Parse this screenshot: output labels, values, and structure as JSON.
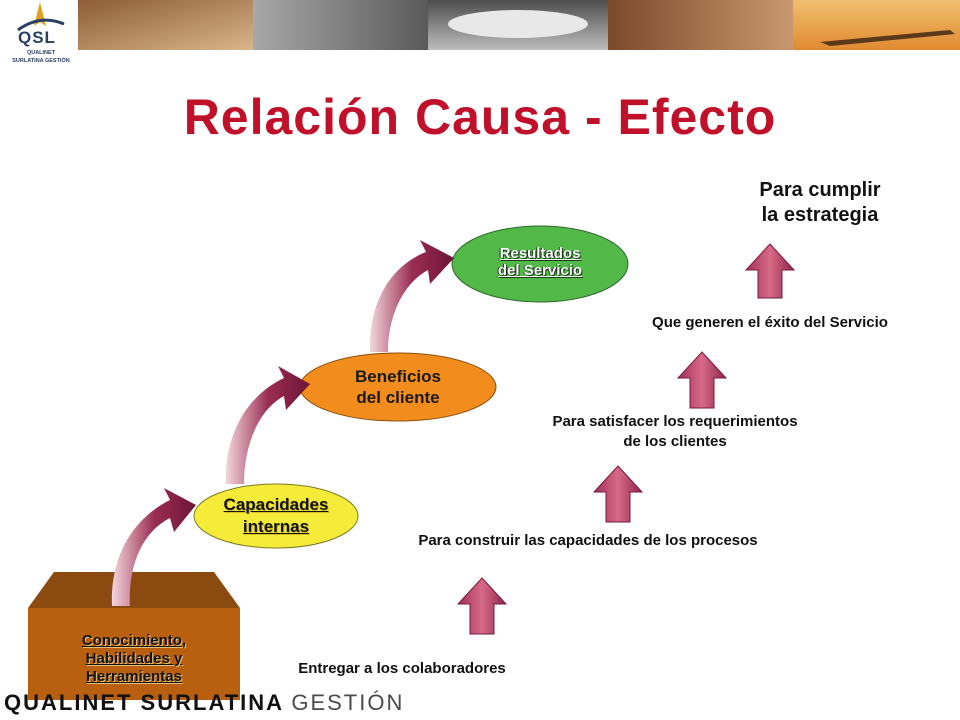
{
  "header": {
    "logo_text": "QSL",
    "logo_subtitle_1": "QUALINET",
    "logo_subtitle_2": "SURLATINA GESTIÓN"
  },
  "title": "Relación Causa - Efecto",
  "nodes": {
    "box": {
      "line1": "Conocimiento,",
      "line2": "Habilidades y",
      "line3": "Herramientas",
      "color": "#b86010"
    },
    "capacidades": {
      "line1": "Capacidades",
      "line2": "internas",
      "color": "#f5ec3a"
    },
    "beneficios": {
      "line1": "Beneficios",
      "line2": "del cliente",
      "color": "#f28c1c"
    },
    "resultados": {
      "line1": "Resultados",
      "line2": "del Servicio",
      "color": "#52b848"
    }
  },
  "steps": {
    "step1": "Entregar a los colaboradores",
    "step2": "Para construir las capacidades de los procesos",
    "step3_line1": "Para satisfacer los requerimientos",
    "step3_line2": "de los clientes",
    "step4": "Que generen el éxito del Servicio",
    "goal_line1": "Para cumplir",
    "goal_line2": "la estrategia"
  },
  "footer": {
    "part1": "QUALINET SURLATINA",
    "part2": "GESTIÓN"
  },
  "colors": {
    "title": "#c0102a",
    "arrow": "#9b2e52",
    "up_arrow": "#c8506e"
  }
}
